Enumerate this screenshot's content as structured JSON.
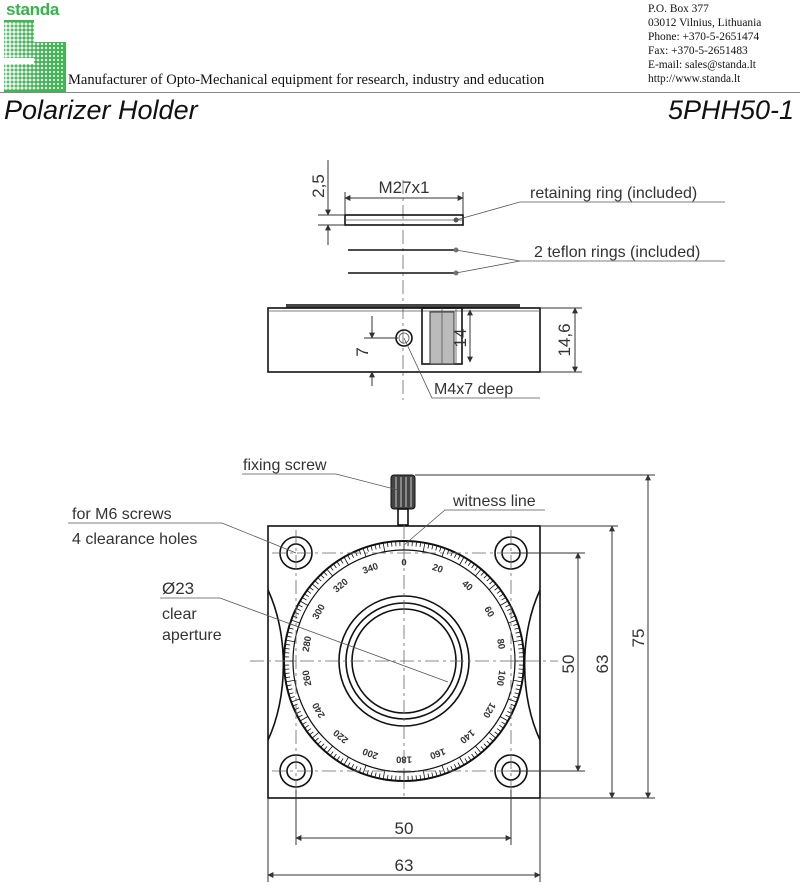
{
  "header": {
    "brand": "standa",
    "tagline": "Manufacturer of Opto-Mechanical equipment for research, industry and education",
    "contacts": [
      "P.O. Box 377",
      "03012 Vilnius, Lithuania",
      "Phone: +370-5-2651474",
      "Fax: +370-5-2651483",
      "E-mail: sales@standa.lt",
      "http://www.standa.lt"
    ],
    "brand_color": "#36b34a"
  },
  "title": "Polarizer Holder",
  "model": "5PHH50-1",
  "drawing": {
    "callouts": {
      "retaining_ring": "retaining ring (included)",
      "teflon_rings": "2 teflon rings (included)",
      "tapped_hole": "M4x7 deep",
      "fixing_screw": "fixing screw",
      "witness_line": "witness line",
      "mount_holes_1": "for M6 screws",
      "mount_holes_2": "4 clearance holes",
      "aperture_diameter": "Ø23",
      "aperture_1": "clear",
      "aperture_2": "aperture"
    },
    "dimensions": {
      "ring_thread": "M27x1",
      "ring_thickness": "2,5",
      "body_height": "14,6",
      "slot_height": "14",
      "hole_height": "7",
      "hole_spacing_v": "50",
      "body_side_v": "63",
      "overall_height": "75",
      "hole_spacing_h": "50",
      "body_side_h": "63"
    },
    "scale_labels": [
      "0",
      "20",
      "40",
      "60",
      "80",
      "100",
      "120",
      "140",
      "160",
      "180",
      "200",
      "220",
      "240",
      "260",
      "280",
      "300",
      "320",
      "340"
    ]
  }
}
